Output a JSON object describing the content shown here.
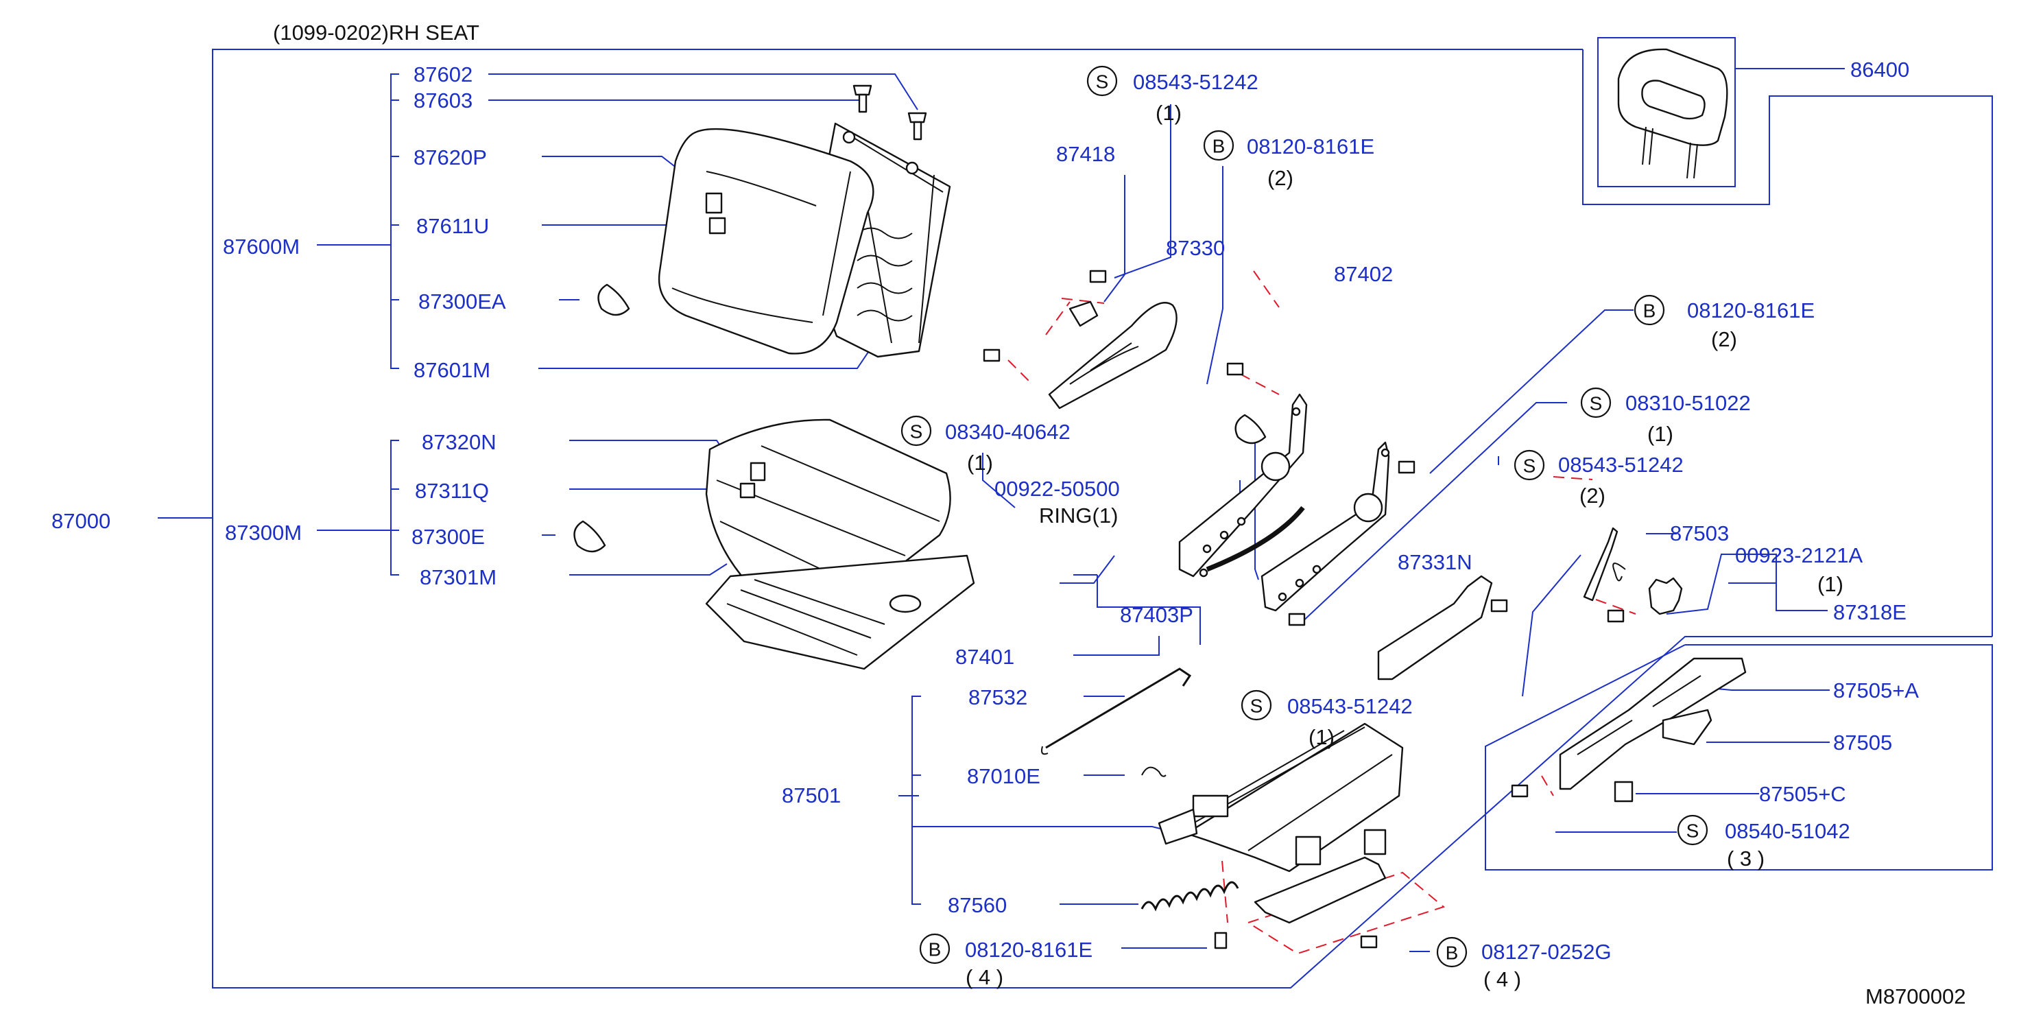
{
  "header": {
    "title": "(1099-0202)RH   SEAT",
    "drawing_code": "M8700002"
  },
  "parts": {
    "p87000": "87000",
    "p87600M": "87600M",
    "p87602": "87602",
    "p87603": "87603",
    "p87620P": "87620P",
    "p87611U": "87611U",
    "p87300EA": "87300EA",
    "p87601M": "87601M",
    "p87300M": "87300M",
    "p87320N": "87320N",
    "p87311Q": "87311Q",
    "p87300E": "87300E",
    "p87301M": "87301M",
    "p87418": "87418",
    "p87330": "87330",
    "p87402": "87402",
    "p87401": "87401",
    "p87403P": "87403P",
    "p87331N": "87331N",
    "p87503": "87503",
    "p87318E": "87318E",
    "p86400": "86400",
    "p87505A": "87505+A",
    "p87505": "87505",
    "p87505C": "87505+C",
    "p87501": "87501",
    "p87532": "87532",
    "p87010E": "87010E",
    "p87560": "87560"
  },
  "fasteners": {
    "f1": {
      "prefix": "S",
      "code": "08543-51242",
      "qty": "(1)"
    },
    "f2": {
      "prefix": "B",
      "code": "08120-8161E",
      "qty": "(2)"
    },
    "f3": {
      "prefix": "B",
      "code": "08120-8161E",
      "qty": "(2)"
    },
    "f4": {
      "prefix": "S",
      "code": "08310-51022",
      "qty": "(1)"
    },
    "f5": {
      "prefix": "S",
      "code": "08543-51242",
      "qty": "(2)"
    },
    "f6": {
      "prefix": "S",
      "code": "08340-40642",
      "qty": "(1)"
    },
    "f7": {
      "code": "00922-50500",
      "qty": "RING(1)"
    },
    "f8": {
      "code": "00923-2121A",
      "qty": "(1)"
    },
    "f9": {
      "prefix": "S",
      "code": "08543-51242",
      "qty": "(1)"
    },
    "f10": {
      "prefix": "S",
      "code": "08540-51042",
      "qty": "( 3   )"
    },
    "f11": {
      "prefix": "B",
      "code": "08120-8161E",
      "qty": "( 4   )"
    },
    "f12": {
      "prefix": "B",
      "code": "08127-0252G",
      "qty": "( 4   )"
    }
  },
  "colors": {
    "label": "#1c2fc6",
    "line": "#1c2fc6",
    "part": "#111111",
    "centerline": "#e0192b"
  }
}
